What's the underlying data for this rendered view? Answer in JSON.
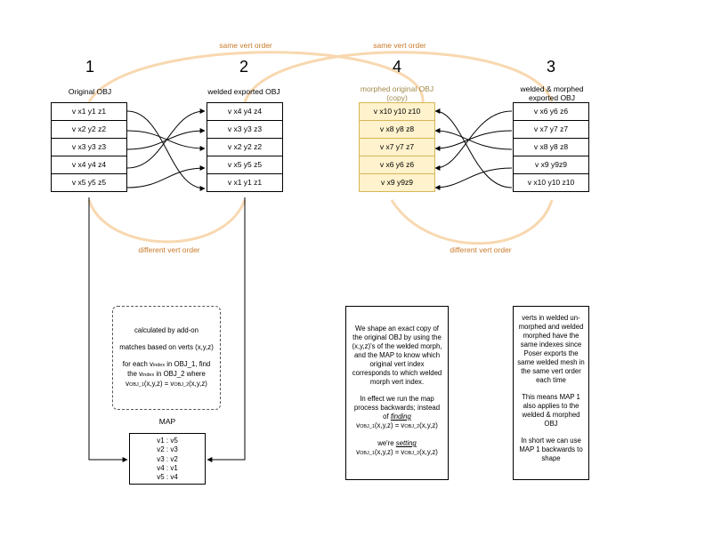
{
  "headers": {
    "n1": "1",
    "n2": "2",
    "n4": "4",
    "n3": "3",
    "original_obj": "Original OBJ",
    "welded_exported_obj": "welded exported OBJ",
    "morphed_original_obj": "morphed original OBJ",
    "copy": "(copy)",
    "welded_morphed_line1": "welded & morphed",
    "welded_morphed_line2": "exported OBJ"
  },
  "arc_labels": {
    "same_left": "same vert order",
    "same_right": "same vert order",
    "diff_left": "different vert order",
    "diff_right": "different vert order"
  },
  "tables": {
    "obj1": [
      "v x1 y1 z1",
      "v x2 y2 z2",
      "v x3 y3 z3",
      "v x4 y4 z4",
      "v x5 y5 z5"
    ],
    "obj2": [
      "v x4 y4 z4",
      "v x3 y3 z3",
      "v x2 y2 z2",
      "v x5 y5 z5",
      "v x1 y1 z1"
    ],
    "obj4": [
      "v x10 y10 z10",
      "v x8 y8 z8",
      "v x7 y7 z7",
      "v x6 y6 z6",
      "v x9 y9z9"
    ],
    "obj3": [
      "v x6 y6 z6",
      "v x7 y7 z7",
      "v x8 y8 z8",
      "v x9 y9z9",
      "v x10 y10 z10"
    ]
  },
  "addon": {
    "line1": "calculated by add-on",
    "line2": "matches based on verts (x,y,z)",
    "line3a": "for each v",
    "line3a_sub": "index",
    "line3b": " in OBJ_1, find",
    "line4a": "the v",
    "line4a_sub": "index",
    "line4b": " in OBJ_2 where",
    "line5a": "v",
    "line5a_sub": "OBJ_1",
    "line5b": "(x,y,z) = v",
    "line5b_sub": "OBJ_2",
    "line5c": "(x,y,z)"
  },
  "map": {
    "title": "MAP",
    "entries": [
      "v1 : v5",
      "v2 : v3",
      "v3 : v2",
      "v4 : v1",
      "v5 : v4"
    ]
  },
  "note_middle": {
    "p1": "We shape an exact copy of the original OBJ by using the (x,y,z)'s of the welded morph, and the MAP to know which original vert index corresponds to which welded morph vert index.",
    "p2a": "In effect we run the map process backwards; instead of ",
    "p2_em": "finding",
    "p3a": "v",
    "p3a_sub": "OBJ_1",
    "p3b": "(x,y,z) = v",
    "p3b_sub": "OBJ_2",
    "p3c": "(x,y,z)",
    "p4a": "we're ",
    "p4_em": "setting",
    "p5a": "v",
    "p5a_sub": "OBJ_1",
    "p5b": "(x,y,z) = v",
    "p5b_sub": "OBJ_2",
    "p5c": "(x,y,z)"
  },
  "note_right": {
    "p1": "verts in welded un-morphed and welded morphed have the same indexes since Poser exports the same welded mesh in the same vert order each time",
    "p2": "This means MAP 1 also applies to the welded & morphed OBJ",
    "p3": "In short we can use MAP 1 backwards to shape"
  },
  "colors": {
    "arc": "#f8d8b0",
    "label_orange": "#c87a2a",
    "yellow_fill": "#fff2cc",
    "yellow_border": "#d6b656",
    "morphed_title": "#a08a4a"
  }
}
